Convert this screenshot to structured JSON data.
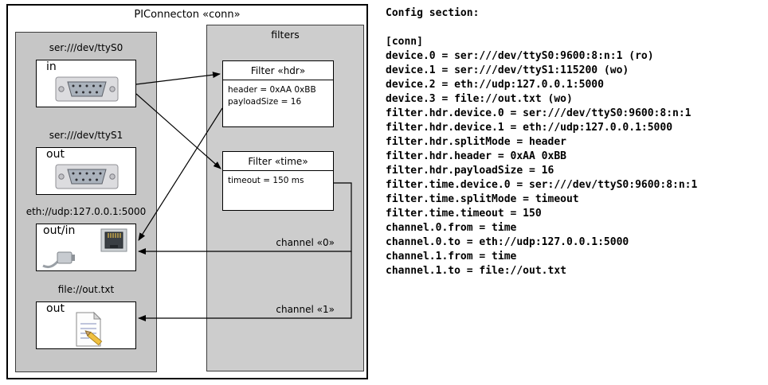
{
  "diagram": {
    "title": "PIConnecton «conn»",
    "devices": [
      {
        "label": "ser:///dev/ttyS0",
        "port": "in",
        "icon": "serial-connector"
      },
      {
        "label": "ser:///dev/ttyS1",
        "port": "out",
        "icon": "serial-connector"
      },
      {
        "label": "eth://udp:127.0.0.1:5000",
        "port": "out/in",
        "icon": "ethernet-jack"
      },
      {
        "label": "file://out.txt",
        "port": "out",
        "icon": "document-pencil"
      }
    ],
    "filters_panel": {
      "title": "filters",
      "filters": [
        {
          "title": "Filter «hdr»",
          "params": [
            "header = 0xAA 0xBB",
            "payloadSize = 16"
          ]
        },
        {
          "title": "Filter «time»",
          "params": [
            "timeout = 150 ms"
          ]
        }
      ],
      "channels": [
        "channel «0»",
        "channel «1»"
      ]
    }
  },
  "config": {
    "heading": "Config section:",
    "lines": [
      "[conn]",
      "device.0 = ser:///dev/ttyS0:9600:8:n:1 (ro)",
      "device.1 = ser:///dev/ttyS1:115200 (wo)",
      "device.2 = eth://udp:127.0.0.1:5000",
      "device.3 = file://out.txt (wo)",
      "filter.hdr.device.0 = ser:///dev/ttyS0:9600:8:n:1",
      "filter.hdr.device.1 = eth://udp:127.0.0.1:5000",
      "filter.hdr.splitMode = header",
      "filter.hdr.header = 0xAA 0xBB",
      "filter.hdr.payloadSize = 16",
      "filter.time.device.0 = ser:///dev/ttyS0:9600:8:n:1",
      "filter.time.splitMode = timeout",
      "filter.time.timeout = 150",
      "channel.0.from = time",
      "channel.0.to = eth://udp:127.0.0.1:5000",
      "channel.1.from = time",
      "channel.1.to = file://out.txt"
    ]
  },
  "colors": {
    "panel_gray": "#c6c6c6",
    "box_white": "#ffffff",
    "line": "#000000"
  }
}
